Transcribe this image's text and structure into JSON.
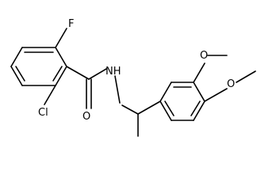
{
  "molecule": {
    "labels": {
      "fluorine": "F",
      "chlorine": "Cl",
      "carbonyl_oxygen": "O",
      "amide_nitrogen": "NH",
      "methoxy_oxygen_3": "O",
      "methoxy_oxygen_4": "O"
    }
  },
  "colors": {
    "bond": "#000000",
    "label": "#000000",
    "background": "#ffffff"
  }
}
